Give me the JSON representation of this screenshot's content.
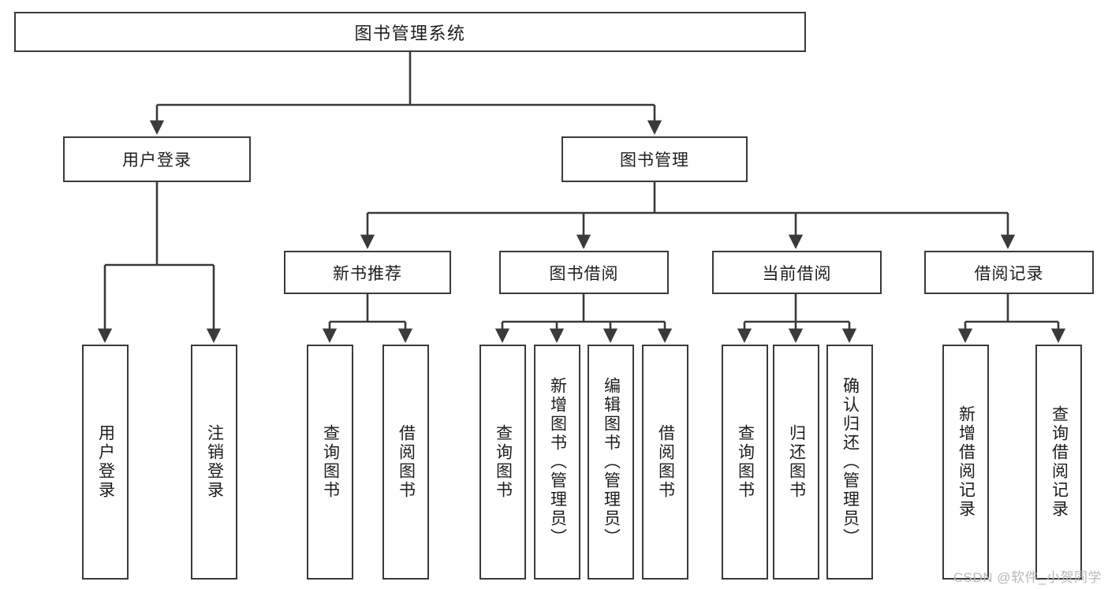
{
  "diagram": {
    "title": "图书管理系统",
    "type": "tree-hierarchy-chart",
    "stroke_color": "#3a3a3a",
    "fill_color": "#ffffff",
    "text_color": "#1d1d1d",
    "root": {
      "label": "图书管理系统"
    },
    "level2": [
      {
        "id": "user-login",
        "label": "用户登录"
      },
      {
        "id": "book-manage",
        "label": "图书管理"
      }
    ],
    "level3": [
      {
        "id": "new-book-recommend",
        "label": "新书推荐"
      },
      {
        "id": "book-borrow",
        "label": "图书借阅"
      },
      {
        "id": "current-borrow",
        "label": "当前借阅"
      },
      {
        "id": "borrow-record",
        "label": "借阅记录"
      }
    ],
    "leaves": {
      "user_login": [
        {
          "id": "leaf-user-login",
          "label": "用户登录"
        },
        {
          "id": "leaf-user-logout",
          "label": "注销登录"
        }
      ],
      "new_book_recommend": [
        {
          "id": "leaf-query-book-1",
          "label": "查询图书"
        },
        {
          "id": "leaf-borrow-book-1",
          "label": "借阅图书"
        }
      ],
      "book_borrow": [
        {
          "id": "leaf-query-book-2",
          "label": "查询图书"
        },
        {
          "id": "leaf-add-book",
          "label": "新增图书（管理员）"
        },
        {
          "id": "leaf-edit-book",
          "label": "编辑图书（管理员）"
        },
        {
          "id": "leaf-borrow-book-2",
          "label": "借阅图书"
        }
      ],
      "current_borrow": [
        {
          "id": "leaf-query-book-3",
          "label": "查询图书"
        },
        {
          "id": "leaf-return-book",
          "label": "归还图书"
        },
        {
          "id": "leaf-confirm-return",
          "label": "确认归还（管理员）"
        }
      ],
      "borrow_record": [
        {
          "id": "leaf-add-borrow-record",
          "label": "新增借阅记录"
        },
        {
          "id": "leaf-query-borrow-record",
          "label": "查询借阅记录"
        }
      ]
    }
  },
  "watermark": {
    "text": "CSDN @软件_小贺同学"
  },
  "chart_data": {
    "type": "table",
    "title": "图书管理系统",
    "nodes": [
      {
        "level": 1,
        "label": "图书管理系统",
        "parent": null
      },
      {
        "level": 2,
        "label": "用户登录",
        "parent": "图书管理系统"
      },
      {
        "level": 2,
        "label": "图书管理",
        "parent": "图书管理系统"
      },
      {
        "level": 3,
        "label": "用户登录",
        "parent": "用户登录"
      },
      {
        "level": 3,
        "label": "注销登录",
        "parent": "用户登录"
      },
      {
        "level": 3,
        "label": "新书推荐",
        "parent": "图书管理"
      },
      {
        "level": 3,
        "label": "图书借阅",
        "parent": "图书管理"
      },
      {
        "level": 3,
        "label": "当前借阅",
        "parent": "图书管理"
      },
      {
        "level": 3,
        "label": "借阅记录",
        "parent": "图书管理"
      },
      {
        "level": 4,
        "label": "查询图书",
        "parent": "新书推荐"
      },
      {
        "level": 4,
        "label": "借阅图书",
        "parent": "新书推荐"
      },
      {
        "level": 4,
        "label": "查询图书",
        "parent": "图书借阅"
      },
      {
        "level": 4,
        "label": "新增图书（管理员）",
        "parent": "图书借阅"
      },
      {
        "level": 4,
        "label": "编辑图书（管理员）",
        "parent": "图书借阅"
      },
      {
        "level": 4,
        "label": "借阅图书",
        "parent": "图书借阅"
      },
      {
        "level": 4,
        "label": "查询图书",
        "parent": "当前借阅"
      },
      {
        "level": 4,
        "label": "归还图书",
        "parent": "当前借阅"
      },
      {
        "level": 4,
        "label": "确认归还（管理员）",
        "parent": "当前借阅"
      },
      {
        "level": 4,
        "label": "新增借阅记录",
        "parent": "借阅记录"
      },
      {
        "level": 4,
        "label": "查询借阅记录",
        "parent": "借阅记录"
      }
    ]
  }
}
